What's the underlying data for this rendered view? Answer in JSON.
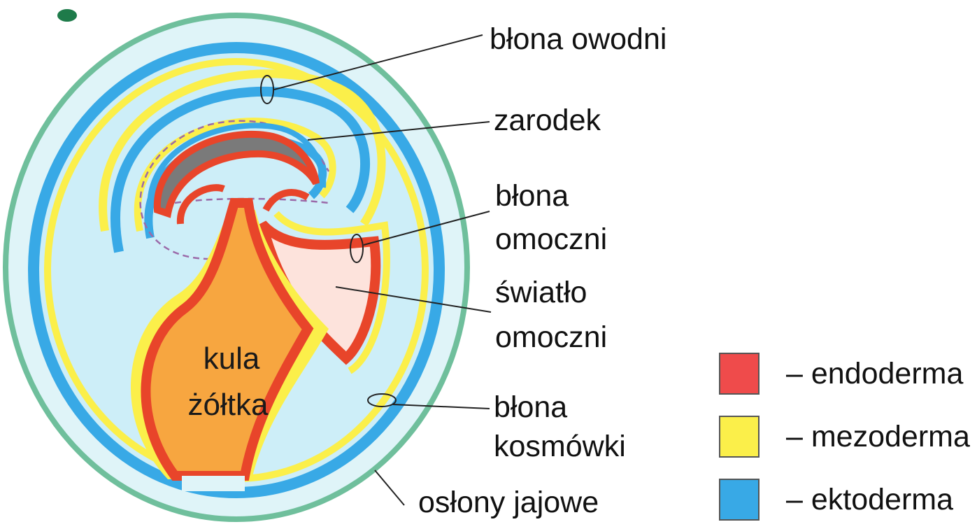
{
  "labels": {
    "blona_owodni": "błona owodni",
    "zarodek": "zarodek",
    "blona_omoczni_1": "błona",
    "blona_omoczni_2": "omoczni",
    "swiatlo_omoczni_1": "światło",
    "swiatlo_omoczni_2": "omoczni",
    "kula_zoltka_1": "kula",
    "kula_zoltka_2": "żółtka",
    "blona_kosmowki_1": "błona",
    "blona_kosmowki_2": "kosmówki",
    "oslony_jajowe": "osłony jajowe"
  },
  "legend": [
    {
      "label": "– endoderma",
      "color": "#ef4b4b"
    },
    {
      "label": "– mezoderma",
      "color": "#fbef4a"
    },
    {
      "label": "– ektoderma",
      "color": "#38a9e6"
    }
  ],
  "colors": {
    "endoderma": "#e8452a",
    "mezoderma": "#fbef4a",
    "ektoderma": "#38a9e6",
    "cavity": "#cdeef8",
    "shell": "#6fbf9c",
    "embryo": "#7a7a7a",
    "yolk": "#f7a640",
    "allantois_lumen": "#fde3dc"
  }
}
